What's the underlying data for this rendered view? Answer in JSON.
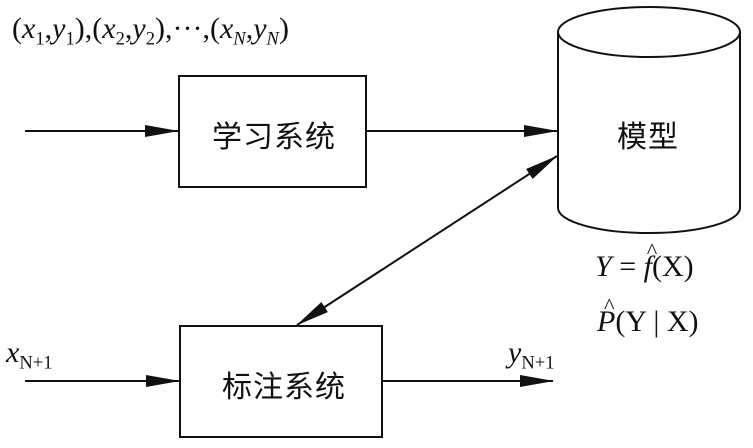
{
  "diagram": {
    "training_data_label": {
      "x1": "x",
      "s1": "1",
      "y1": "y",
      "t1": "1",
      "x2": "x",
      "s2": "2",
      "y2": "y",
      "t2": "2",
      "ellipsis": "···",
      "xn": "x",
      "sn": "N",
      "yn": "y",
      "tn": "N"
    },
    "learning_system": {
      "label": "学习系统"
    },
    "model": {
      "label": "模型"
    },
    "labeling_system": {
      "label": "标注系统"
    },
    "decision_function": {
      "lhs": "Y",
      "eq": " = ",
      "f": "f",
      "arg": "(X)"
    },
    "conditional_prob": {
      "p": "P",
      "arg": "(Y | X)"
    },
    "input_label": {
      "var": "x",
      "sub": "N+1"
    },
    "output_label": {
      "var": "y",
      "sub": "N+1"
    },
    "stroke_color": "#111111"
  }
}
